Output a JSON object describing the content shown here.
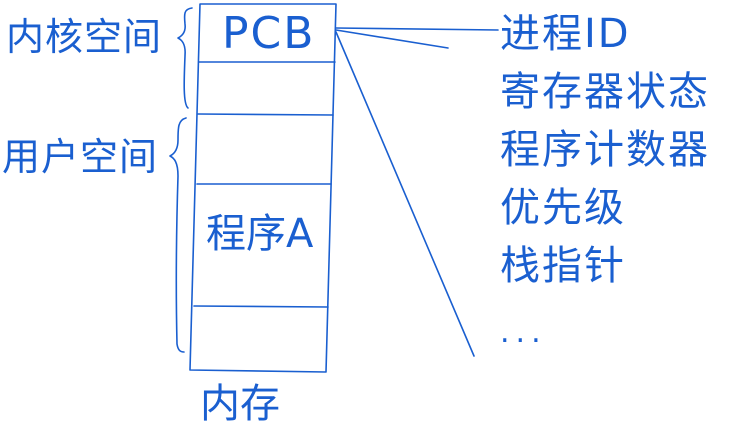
{
  "labels": {
    "kernel_space": "内核空间",
    "user_space": "用户空间",
    "memory": "内存"
  },
  "memory_blocks": {
    "pcb": "PCB",
    "program": "程序A"
  },
  "pcb_fields": [
    "进程ID",
    "寄存器状态",
    "程序计数器",
    "优先级",
    "栈指针",
    "..."
  ],
  "colors": {
    "ink": "#1a5fd0",
    "background": "#ffffff"
  }
}
